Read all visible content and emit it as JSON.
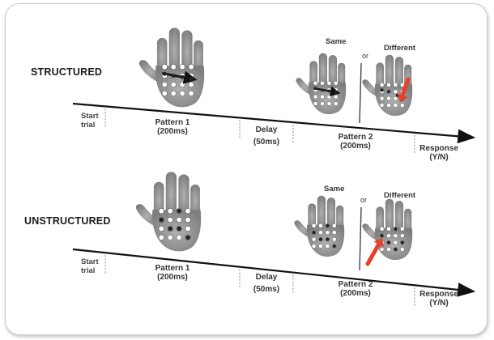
{
  "panels": [
    {
      "condition": "STRUCTURED",
      "start": [
        "Start",
        "trial"
      ],
      "pattern1": {
        "label": "Pattern 1",
        "duration": "(200ms)"
      },
      "delay": {
        "label": "Delay",
        "duration": "(50ms)"
      },
      "pattern2": {
        "label": "Pattern 2",
        "duration": "(200ms)"
      },
      "response": {
        "label": "Response",
        "duration": "(Y/N)"
      },
      "same_label": "Same",
      "or_label": "or",
      "different_label": "Different"
    },
    {
      "condition": "UNSTRUCTURED",
      "start": [
        "Start",
        "trial"
      ],
      "pattern1": {
        "label": "Pattern 1",
        "duration": "(200ms)"
      },
      "delay": {
        "label": "Delay",
        "duration": "(50ms)"
      },
      "pattern2": {
        "label": "Pattern 2",
        "duration": "(200ms)"
      },
      "response": {
        "label": "Response",
        "duration": "(Y/N)"
      },
      "same_label": "Same",
      "or_label": "or",
      "different_label": "Different"
    }
  ],
  "colors": {
    "hand": "#9a9a9a",
    "hand_dark": "#6f6f6f",
    "arrow": "#e8402a",
    "axis": "#111111"
  },
  "icons": [
    "hand-icon",
    "red-arrow-icon",
    "timeline-arrow-icon"
  ]
}
